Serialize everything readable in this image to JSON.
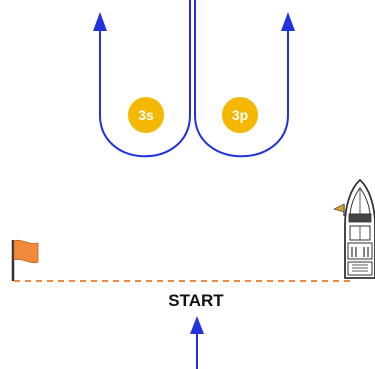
{
  "diagram": {
    "markers": [
      {
        "label": "3s"
      },
      {
        "label": "3p"
      }
    ],
    "start_label": "START",
    "icons": {
      "flag": "flag-icon",
      "boat": "boat-icon",
      "entry_arrow": "arrow-up-icon",
      "turn_arrow": "arrow-up-icon"
    },
    "colors": {
      "path": "#2233dd",
      "marker_fill": "#f5b800",
      "marker_stroke": "#ffffff",
      "start_line": "#f28a3c",
      "flag": "#f28a3c",
      "pole": "#333333",
      "boat_outline": "#333333"
    }
  }
}
